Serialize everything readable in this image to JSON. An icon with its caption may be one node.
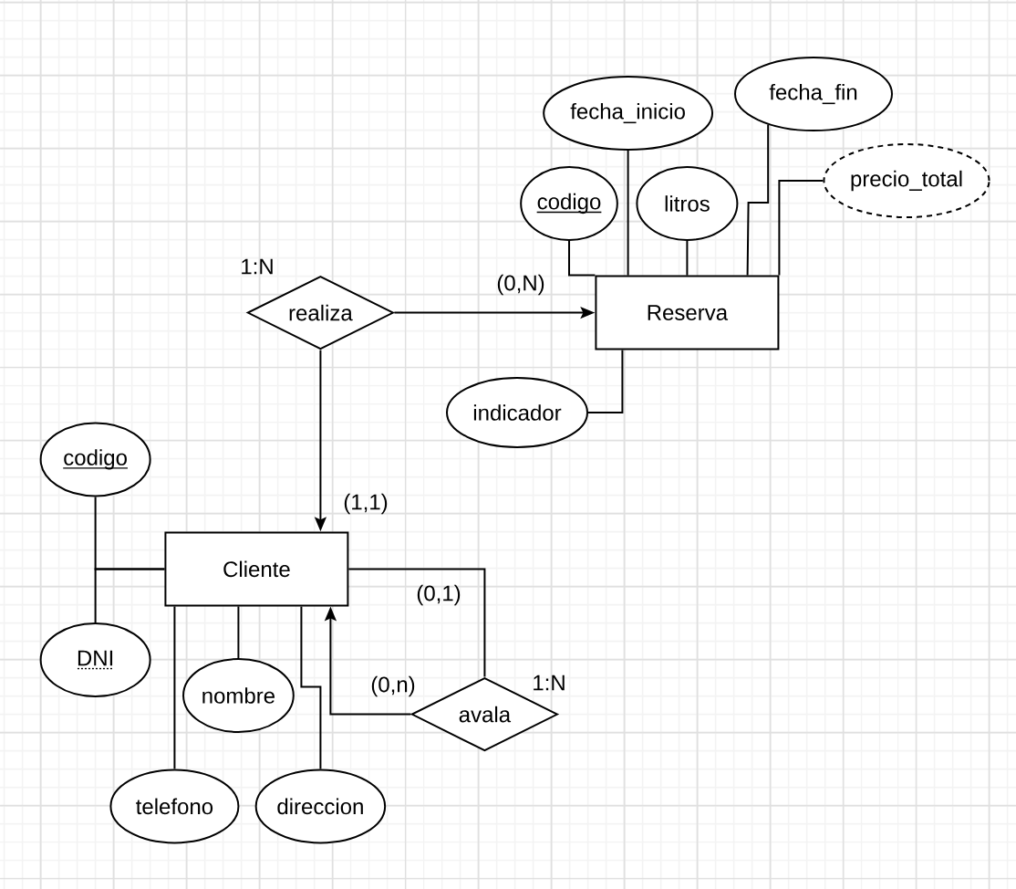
{
  "diagram": {
    "nodes": [
      {
        "text": [
          "fecha_fin"
        ]
      },
      {
        "text": [
          "fecha_inicio"
        ]
      },
      {
        "text": [
          "precio_total"
        ]
      },
      {
        "text": [
          "codigo"
        ]
      },
      {
        "text": [
          "litros"
        ]
      },
      {
        "text": [
          "realiza"
        ],
        "beside": [
          "1:N"
        ]
      },
      {
        "text": [
          "Reserva"
        ]
      },
      {
        "text": [
          "indicador"
        ]
      },
      {
        "text": [
          "codigo"
        ]
      },
      {
        "text": [
          "Cliente"
        ]
      },
      {
        "text": [
          "DNI"
        ]
      },
      {
        "text": [
          "nombre"
        ]
      },
      {
        "text": [
          "avala"
        ],
        "beside": [
          "1:N"
        ]
      },
      {
        "text": [
          "telefono"
        ]
      },
      {
        "text": [
          "direccion"
        ]
      }
    ],
    "edges": [
      {
        "from": 3,
        "to": 6,
        "arrow": "none"
      },
      {
        "from": 1,
        "to": 6,
        "arrow": "none"
      },
      {
        "from": 4,
        "to": 6,
        "arrow": "none"
      },
      {
        "from": 0,
        "to": 6,
        "arrow": "none"
      },
      {
        "from": 2,
        "to": 6,
        "arrow": "none"
      },
      {
        "from": 7,
        "to": 6,
        "arrow": "none"
      },
      {
        "from": 5,
        "to": 6,
        "arrow": "to",
        "label": "(0,N)"
      },
      {
        "from": 5,
        "to": 9,
        "arrow": "to",
        "label": "(1,1)"
      },
      {
        "from": 8,
        "to": 9,
        "arrow": "none"
      },
      {
        "from": 10,
        "to": 9,
        "arrow": "none"
      },
      {
        "from": 11,
        "to": 9,
        "arrow": "none"
      },
      {
        "from": 13,
        "to": 9,
        "arrow": "none"
      },
      {
        "from": 14,
        "to": 9,
        "arrow": "none"
      },
      {
        "from": 12,
        "to": 9,
        "arrow": "none",
        "label": "(0,1)"
      },
      {
        "from": 12,
        "to": 9,
        "arrow": "to",
        "label": "(0,n)"
      }
    ]
  }
}
